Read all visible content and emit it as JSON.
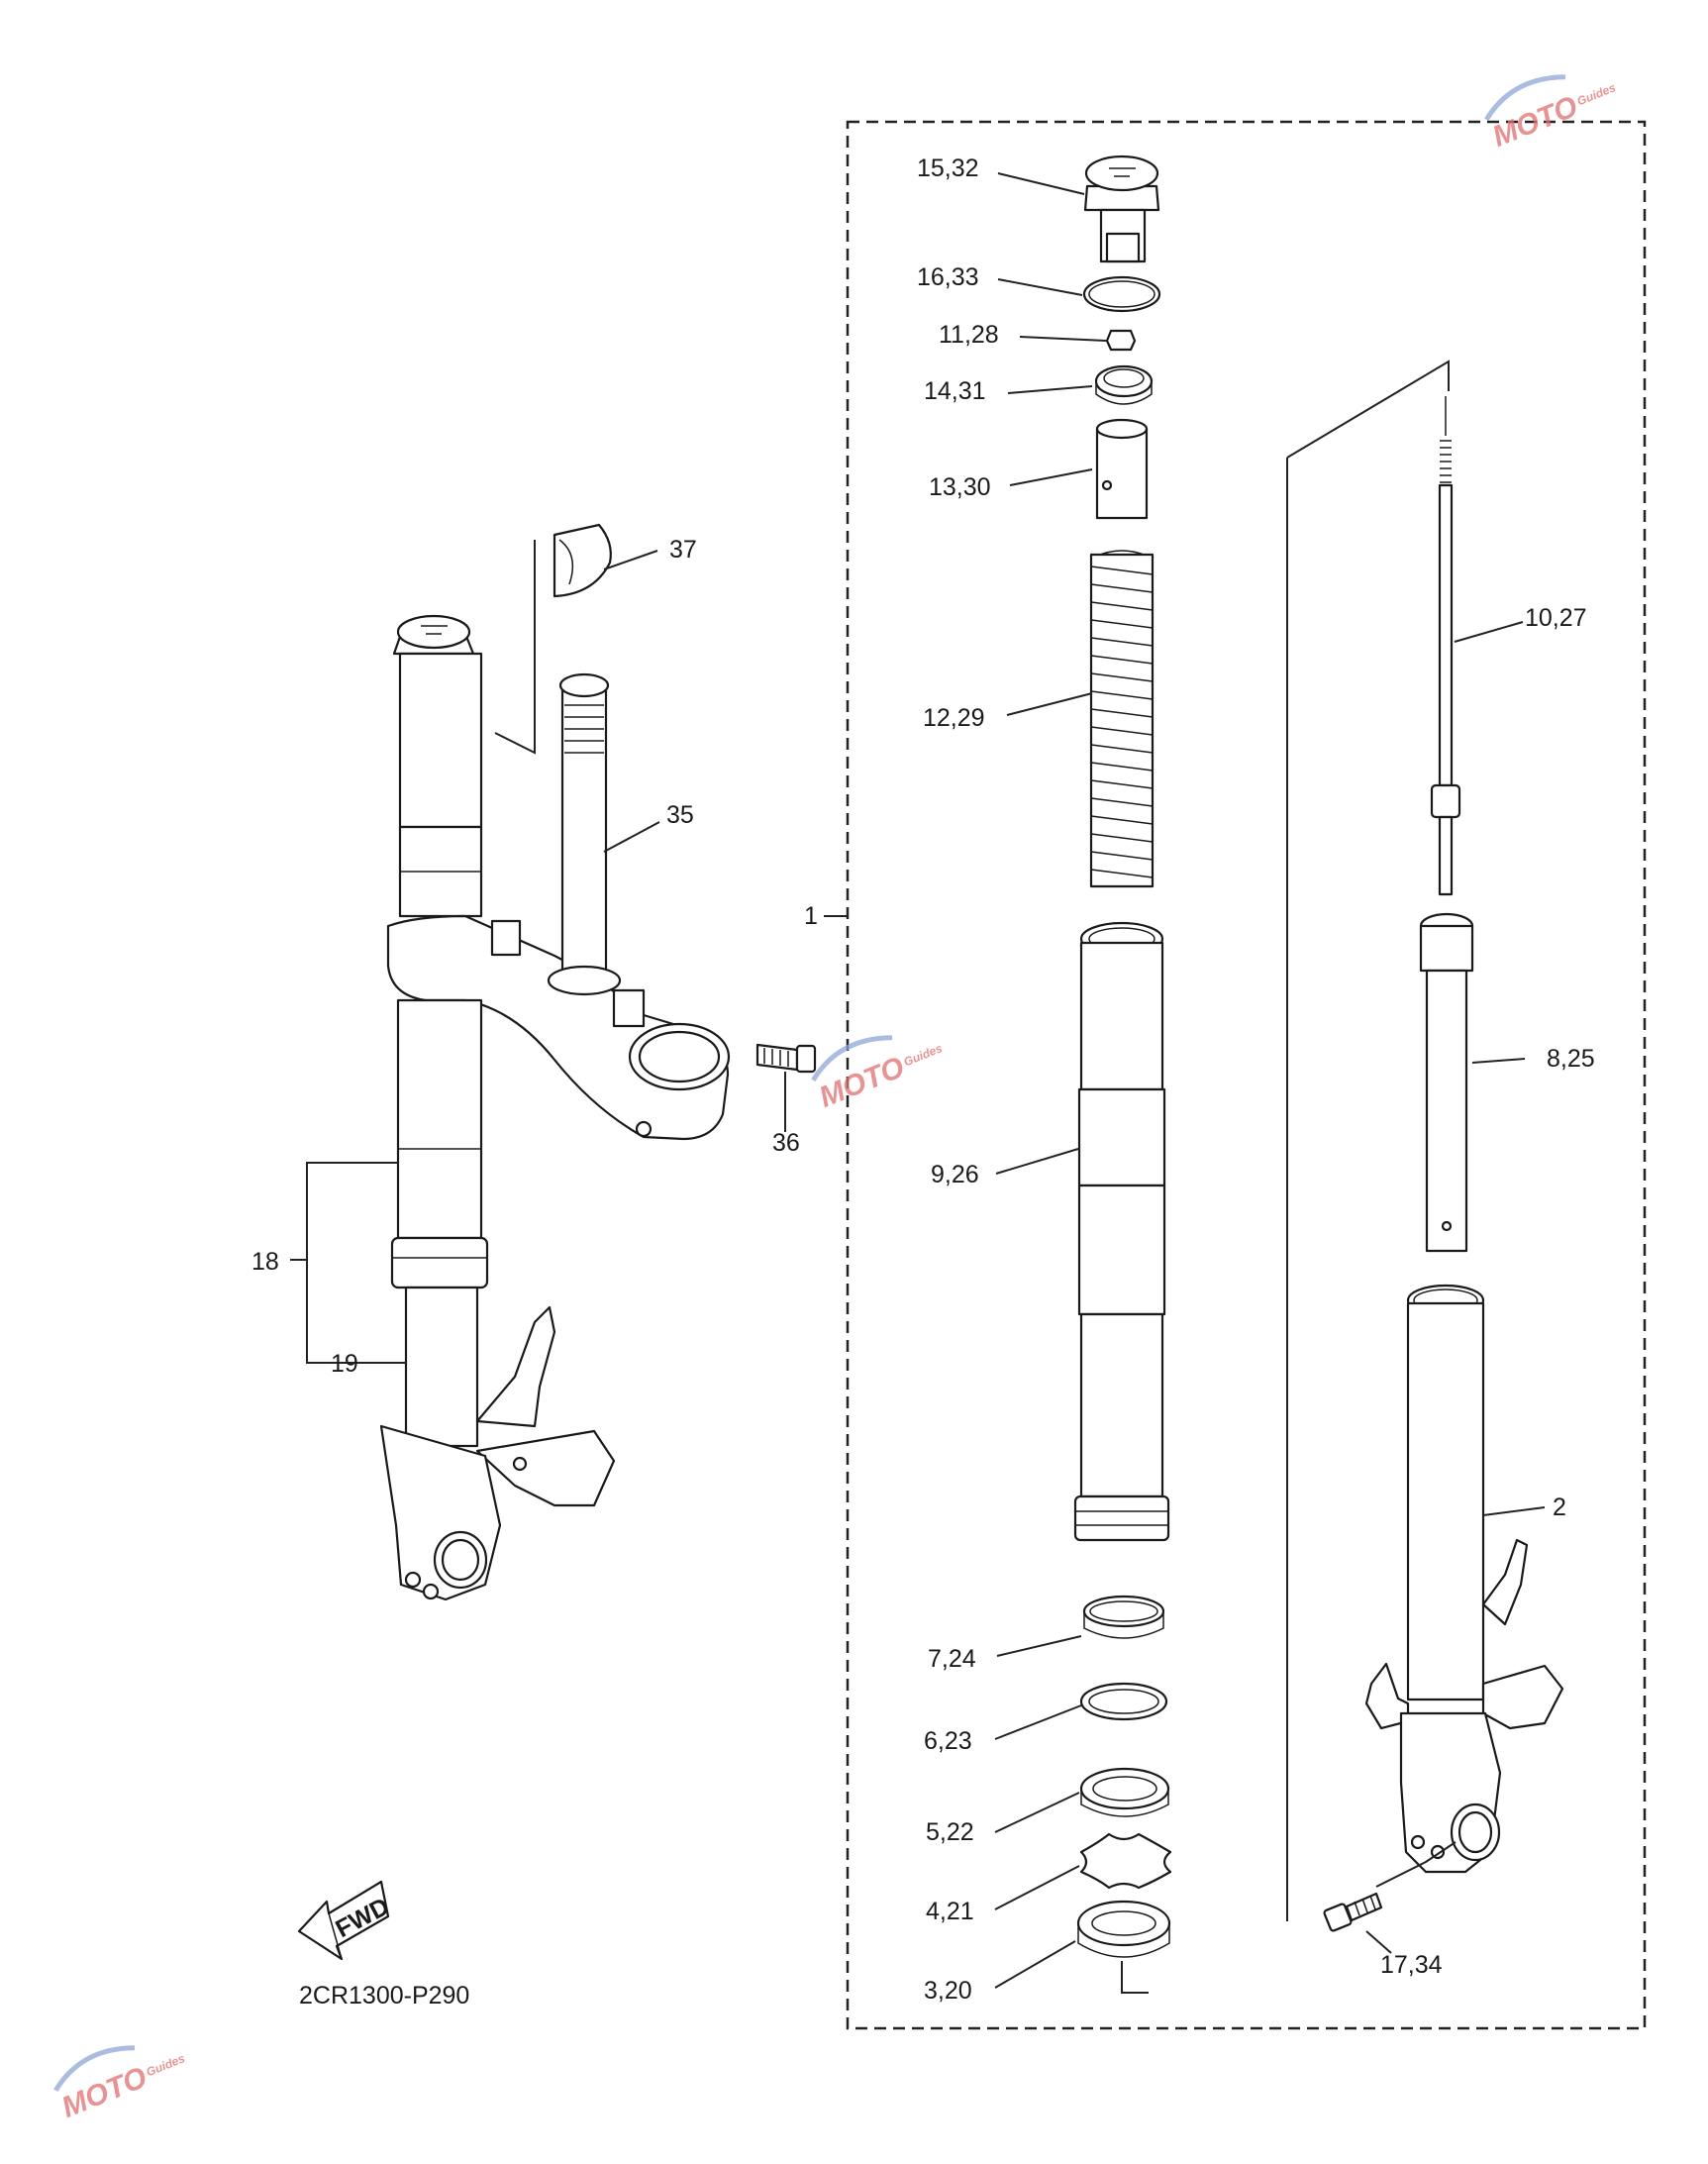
{
  "diagram_code": "2CR1300-P290",
  "fwd_label": "FWD",
  "watermark_text": "MOTO",
  "watermark_sub": "Guides",
  "callouts": {
    "c15_32": "15,32",
    "c16_33": "16,33",
    "c11_28": "11,28",
    "c14_31": "14,31",
    "c13_30": "13,30",
    "c12_29": "12,29",
    "c10_27": "10,27",
    "c9_26": "9,26",
    "c8_25": "8,25",
    "c7_24": "7,24",
    "c6_23": "6,23",
    "c5_22": "5,22",
    "c4_21": "4,21",
    "c3_20": "3,20",
    "c17_34": "17,34",
    "c2": "2",
    "c1": "1",
    "c18": "18",
    "c19": "19",
    "c35": "35",
    "c36": "36",
    "c37": "37"
  },
  "colors": {
    "line": "#1a1a1a",
    "watermark_red": "#e07070",
    "watermark_blue": "#8fa6d8"
  }
}
